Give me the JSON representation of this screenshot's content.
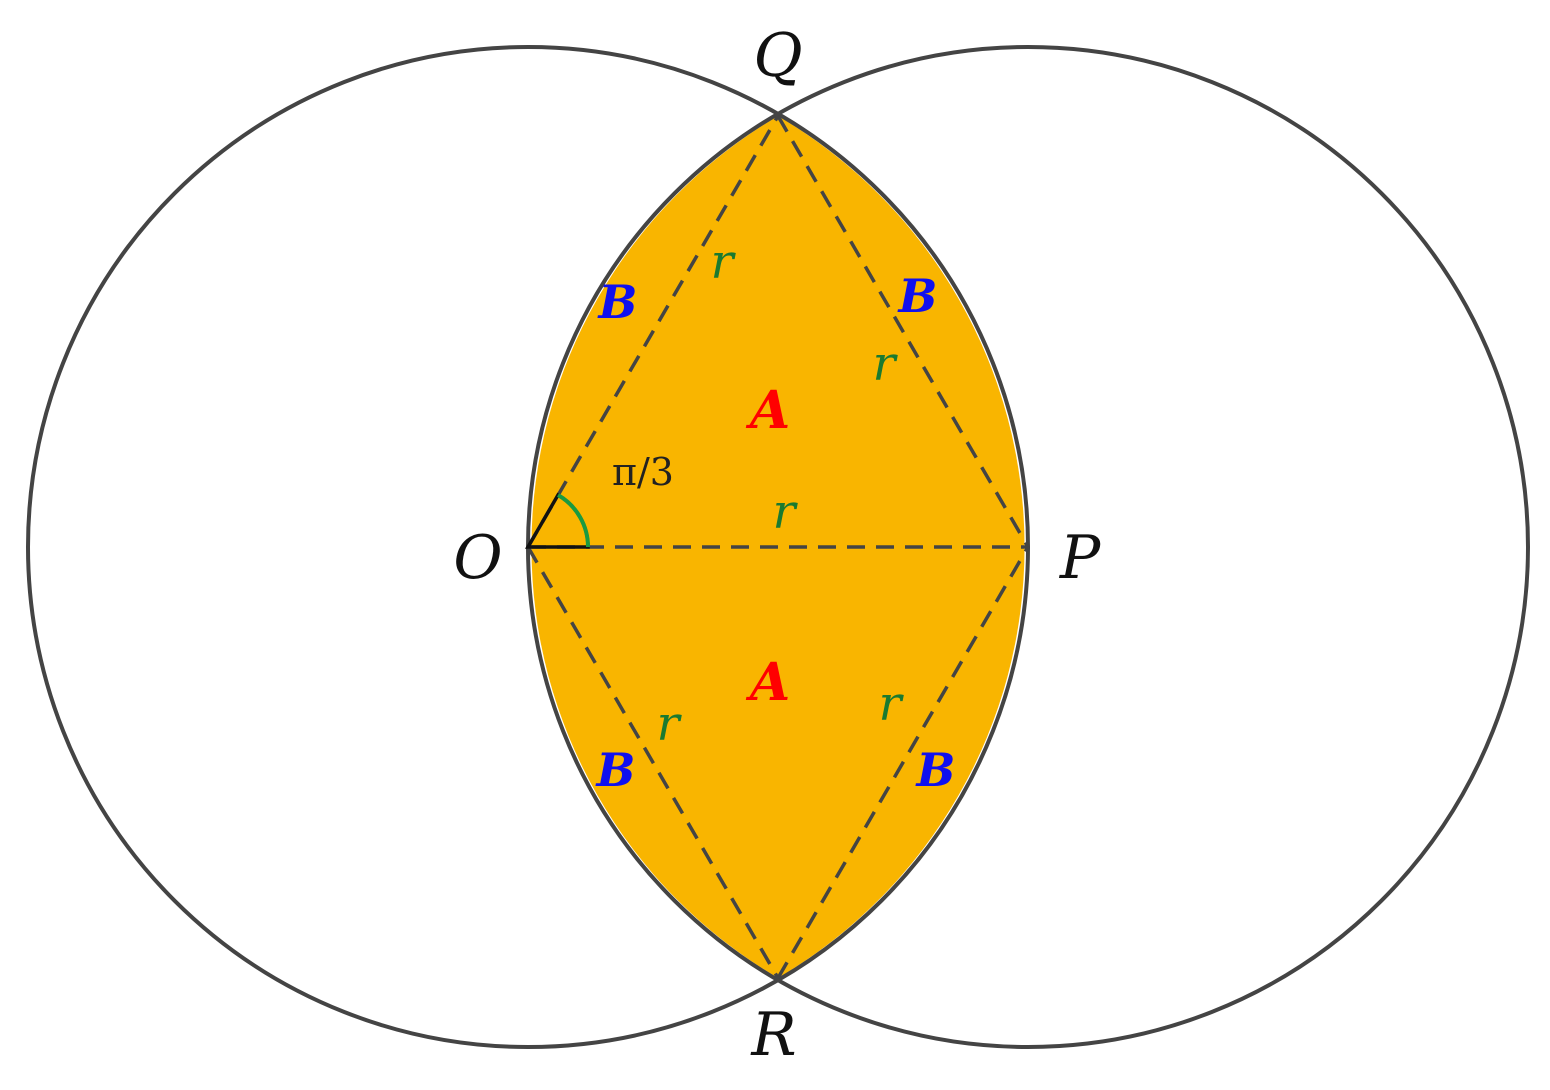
{
  "labels": {
    "point_q": "Q",
    "point_o": "O",
    "point_p": "P",
    "point_r": "R",
    "area_a": "A",
    "area_b": "B",
    "side_r": "r",
    "angle": "π/3"
  },
  "colors": {
    "lens_fill": "#F9B500",
    "circle_stroke": "#444444",
    "dashed_stroke": "#444444",
    "area_a": "#FF0000",
    "area_b": "#1010EE",
    "side_r": "#1A7A30",
    "angle_arc": "#1A9A40"
  }
}
